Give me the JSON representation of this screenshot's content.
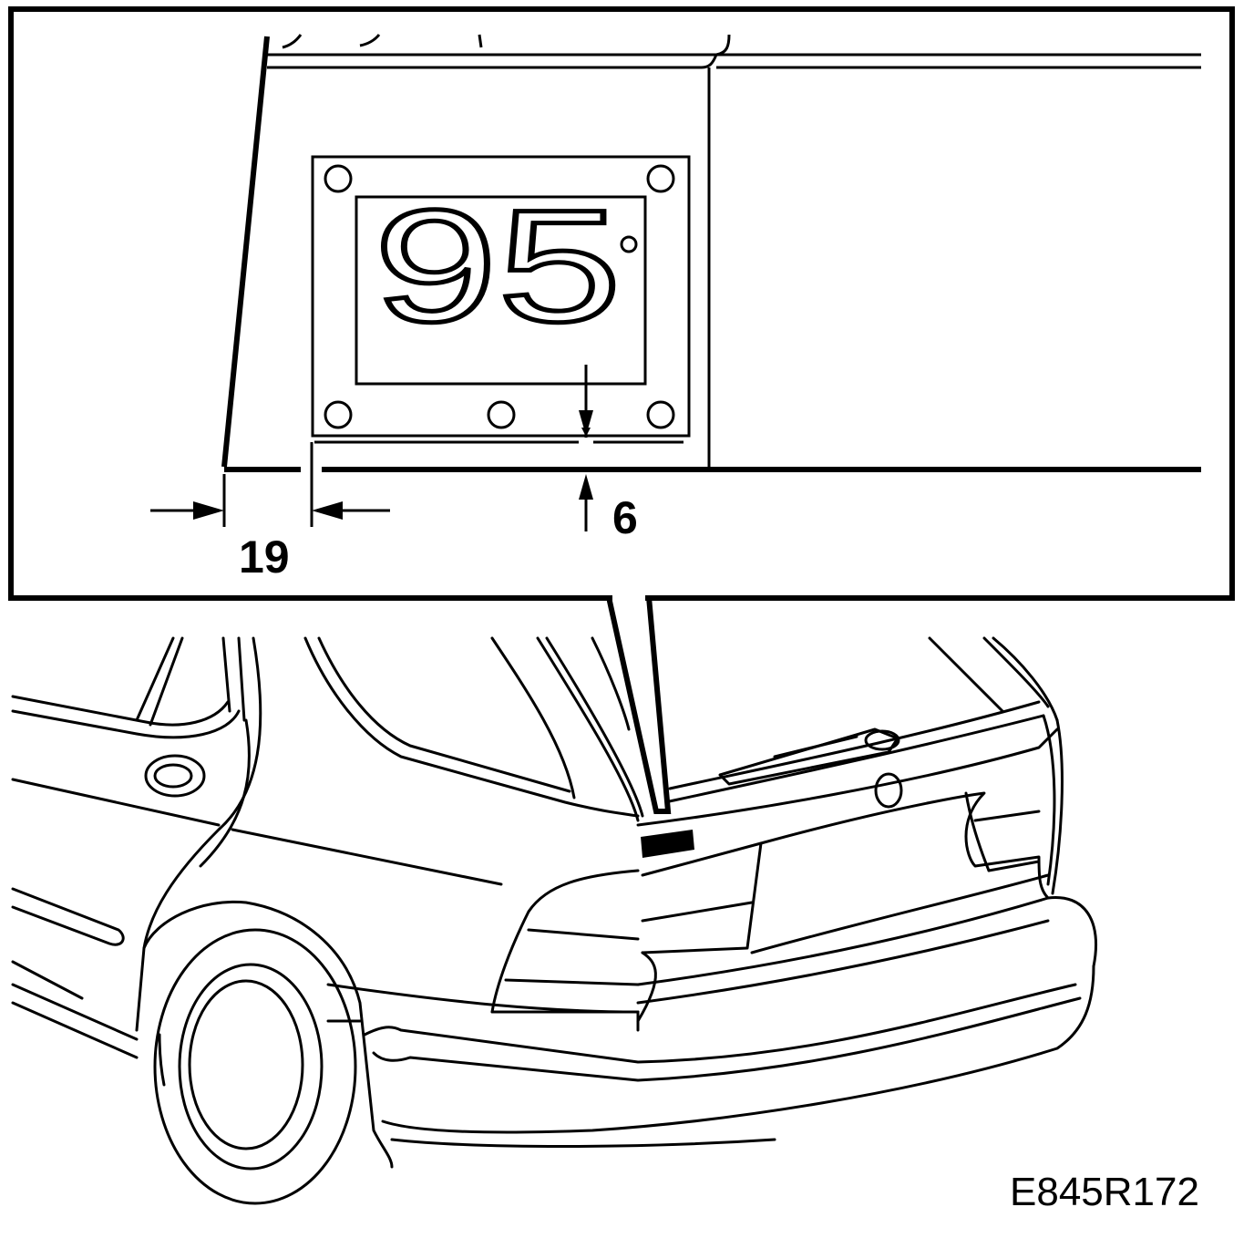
{
  "figure": {
    "code": "E845R172",
    "emblem_text": "95",
    "dimension_side": "19",
    "dimension_bottom": "6"
  },
  "colors": {
    "line": "#000000",
    "background": "#ffffff"
  }
}
